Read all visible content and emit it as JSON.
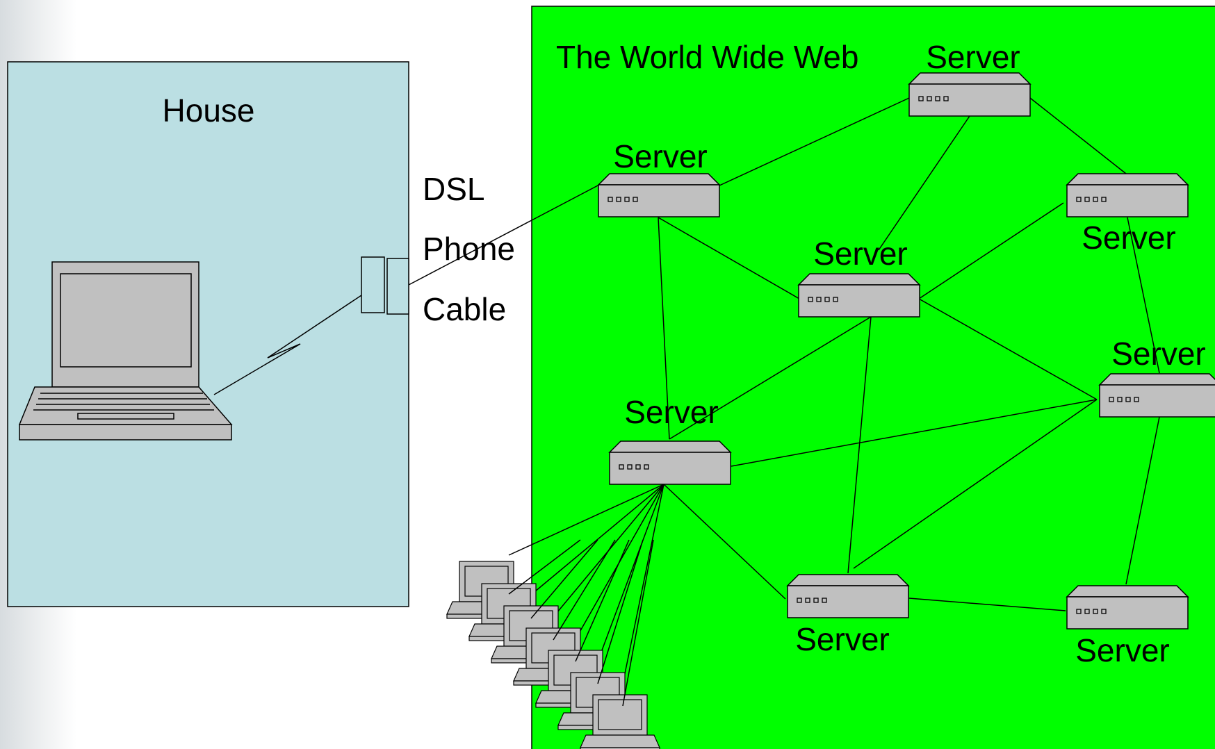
{
  "house": {
    "label": "House"
  },
  "web": {
    "label": "The World Wide Web"
  },
  "connection_types": [
    "DSL",
    "Phone",
    "Cable"
  ],
  "server_label": "Server",
  "colors": {
    "house_fill": "#bbdfe3",
    "web_fill": "#00ff00",
    "device_fill": "#c0c0c0"
  }
}
